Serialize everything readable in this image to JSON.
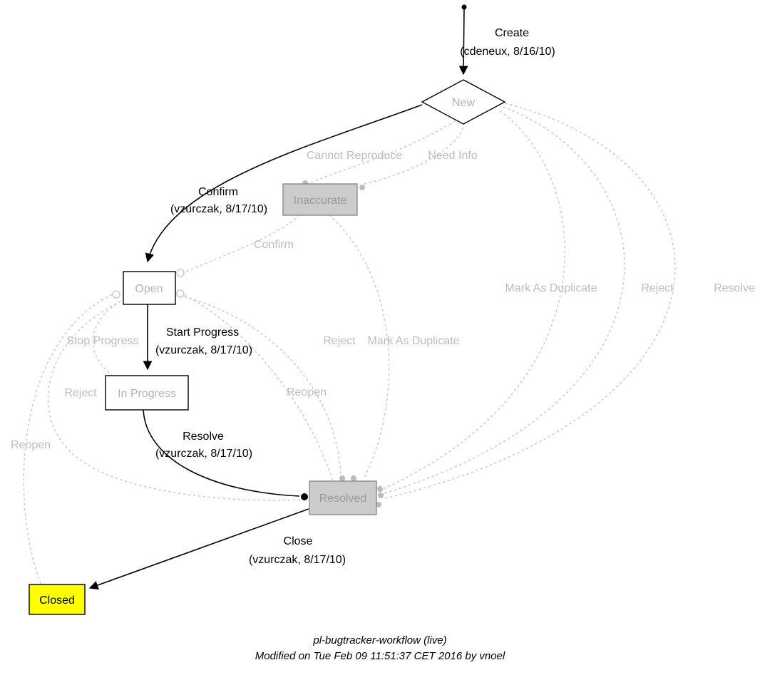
{
  "diagram": {
    "nodes": {
      "new": "New",
      "inaccurate": "Inaccurate",
      "open": "Open",
      "in_progress": "In Progress",
      "resolved": "Resolved",
      "closed": "Closed"
    },
    "transitions": {
      "create": {
        "label": "Create",
        "by": "(cdeneux, 8/16/10)"
      },
      "confirm": {
        "label": "Confirm",
        "by": "(vzurczak, 8/17/10)"
      },
      "start_progress": {
        "label": "Start Progress",
        "by": "(vzurczak, 8/17/10)"
      },
      "resolve": {
        "label": "Resolve",
        "by": "(vzurczak, 8/17/10)"
      },
      "close": {
        "label": "Close",
        "by": "(vzurczak, 8/17/10)"
      }
    },
    "inactive_transitions": {
      "cannot_reproduce": "Cannot Reproduce",
      "need_info": "Need Info",
      "confirm": "Confirm",
      "mark_as_duplicate_right": "Mark As Duplicate",
      "reject_right": "Reject",
      "resolve_right": "Resolve",
      "stop_progress": "Stop Progress",
      "reject_center": "Reject",
      "mark_as_duplicate_center": "Mark As Duplicate",
      "reject_left": "Reject",
      "reopen_center": "Reopen",
      "reopen_left": "Reopen"
    },
    "footer": {
      "title": "pl-bugtracker-workflow (live)",
      "modified": "Modified on Tue Feb 09 11:51:37 CET 2016 by vnoel"
    },
    "colors": {
      "closed_fill": "#ffff00",
      "gray_node_fill": "#cccccc",
      "dotted_edge": "#cccccc",
      "gray_label": "#bdbdbd"
    }
  }
}
